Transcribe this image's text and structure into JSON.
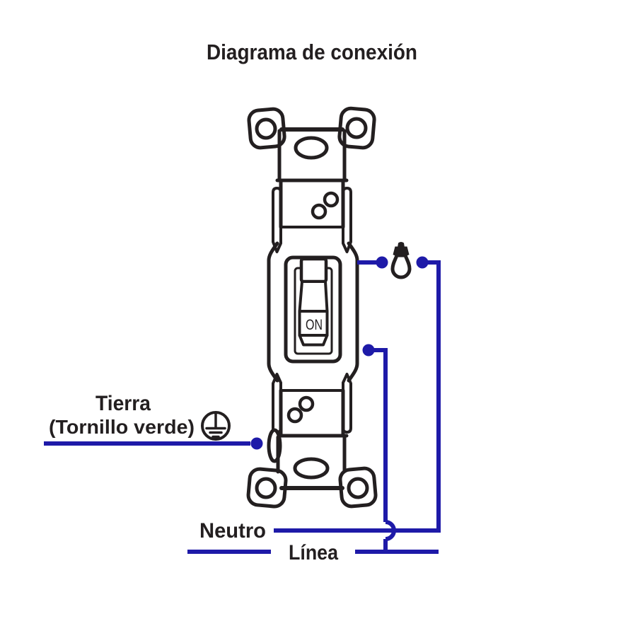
{
  "title": "Diagrama de conexión",
  "labels": {
    "tierra": "Tierra",
    "tornillo_verde": "(Tornillo verde)",
    "neutro": "Neutro",
    "linea": "Línea",
    "on": "ON"
  },
  "colors": {
    "wire": "#1e1aa8",
    "ink": "#231f20",
    "background": "#ffffff"
  },
  "icons": {
    "light_bulb": "incandescent lamp (bulb) symbol",
    "earth_ground": "protective earth / ground symbol",
    "junction_dot": "wire terminal dot",
    "wire_hop": "wire crossover hop arc"
  }
}
